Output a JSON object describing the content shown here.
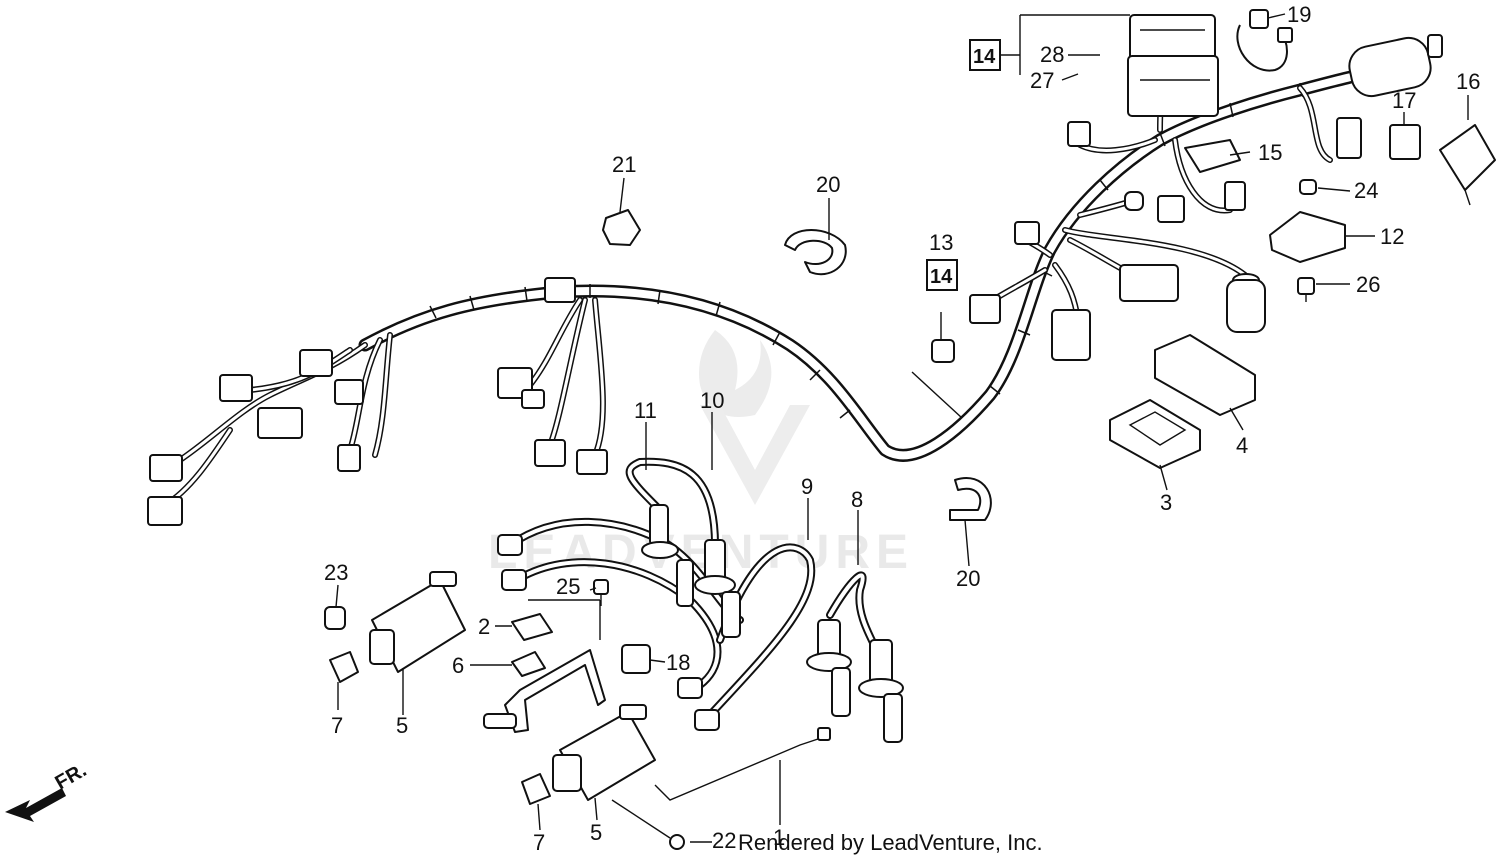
{
  "diagram": {
    "callouts": [
      {
        "id": "c1",
        "label": "1"
      },
      {
        "id": "c2",
        "label": "2"
      },
      {
        "id": "c3",
        "label": "3"
      },
      {
        "id": "c4",
        "label": "4"
      },
      {
        "id": "c5a",
        "label": "5"
      },
      {
        "id": "c5b",
        "label": "5"
      },
      {
        "id": "c6",
        "label": "6"
      },
      {
        "id": "c7a",
        "label": "7"
      },
      {
        "id": "c7b",
        "label": "7"
      },
      {
        "id": "c8",
        "label": "8"
      },
      {
        "id": "c9",
        "label": "9"
      },
      {
        "id": "c10",
        "label": "10"
      },
      {
        "id": "c11",
        "label": "11"
      },
      {
        "id": "c12",
        "label": "12"
      },
      {
        "id": "c13",
        "label": "13"
      },
      {
        "id": "c15",
        "label": "15"
      },
      {
        "id": "c16",
        "label": "16"
      },
      {
        "id": "c17",
        "label": "17"
      },
      {
        "id": "c18",
        "label": "18"
      },
      {
        "id": "c19",
        "label": "19"
      },
      {
        "id": "c20a",
        "label": "20"
      },
      {
        "id": "c20b",
        "label": "20"
      },
      {
        "id": "c21",
        "label": "21"
      },
      {
        "id": "c22",
        "label": "22"
      },
      {
        "id": "c23",
        "label": "23"
      },
      {
        "id": "c24",
        "label": "24"
      },
      {
        "id": "c25",
        "label": "25"
      },
      {
        "id": "c26",
        "label": "26"
      },
      {
        "id": "c27",
        "label": "27"
      },
      {
        "id": "c28",
        "label": "28"
      }
    ],
    "boxed_refs": [
      {
        "id": "b14a",
        "label": "14"
      },
      {
        "id": "b14b",
        "label": "14"
      }
    ],
    "direction_label": "FR.",
    "watermark_text": "LEADVENTURE",
    "footer": "Rendered by LeadVenture, Inc."
  }
}
